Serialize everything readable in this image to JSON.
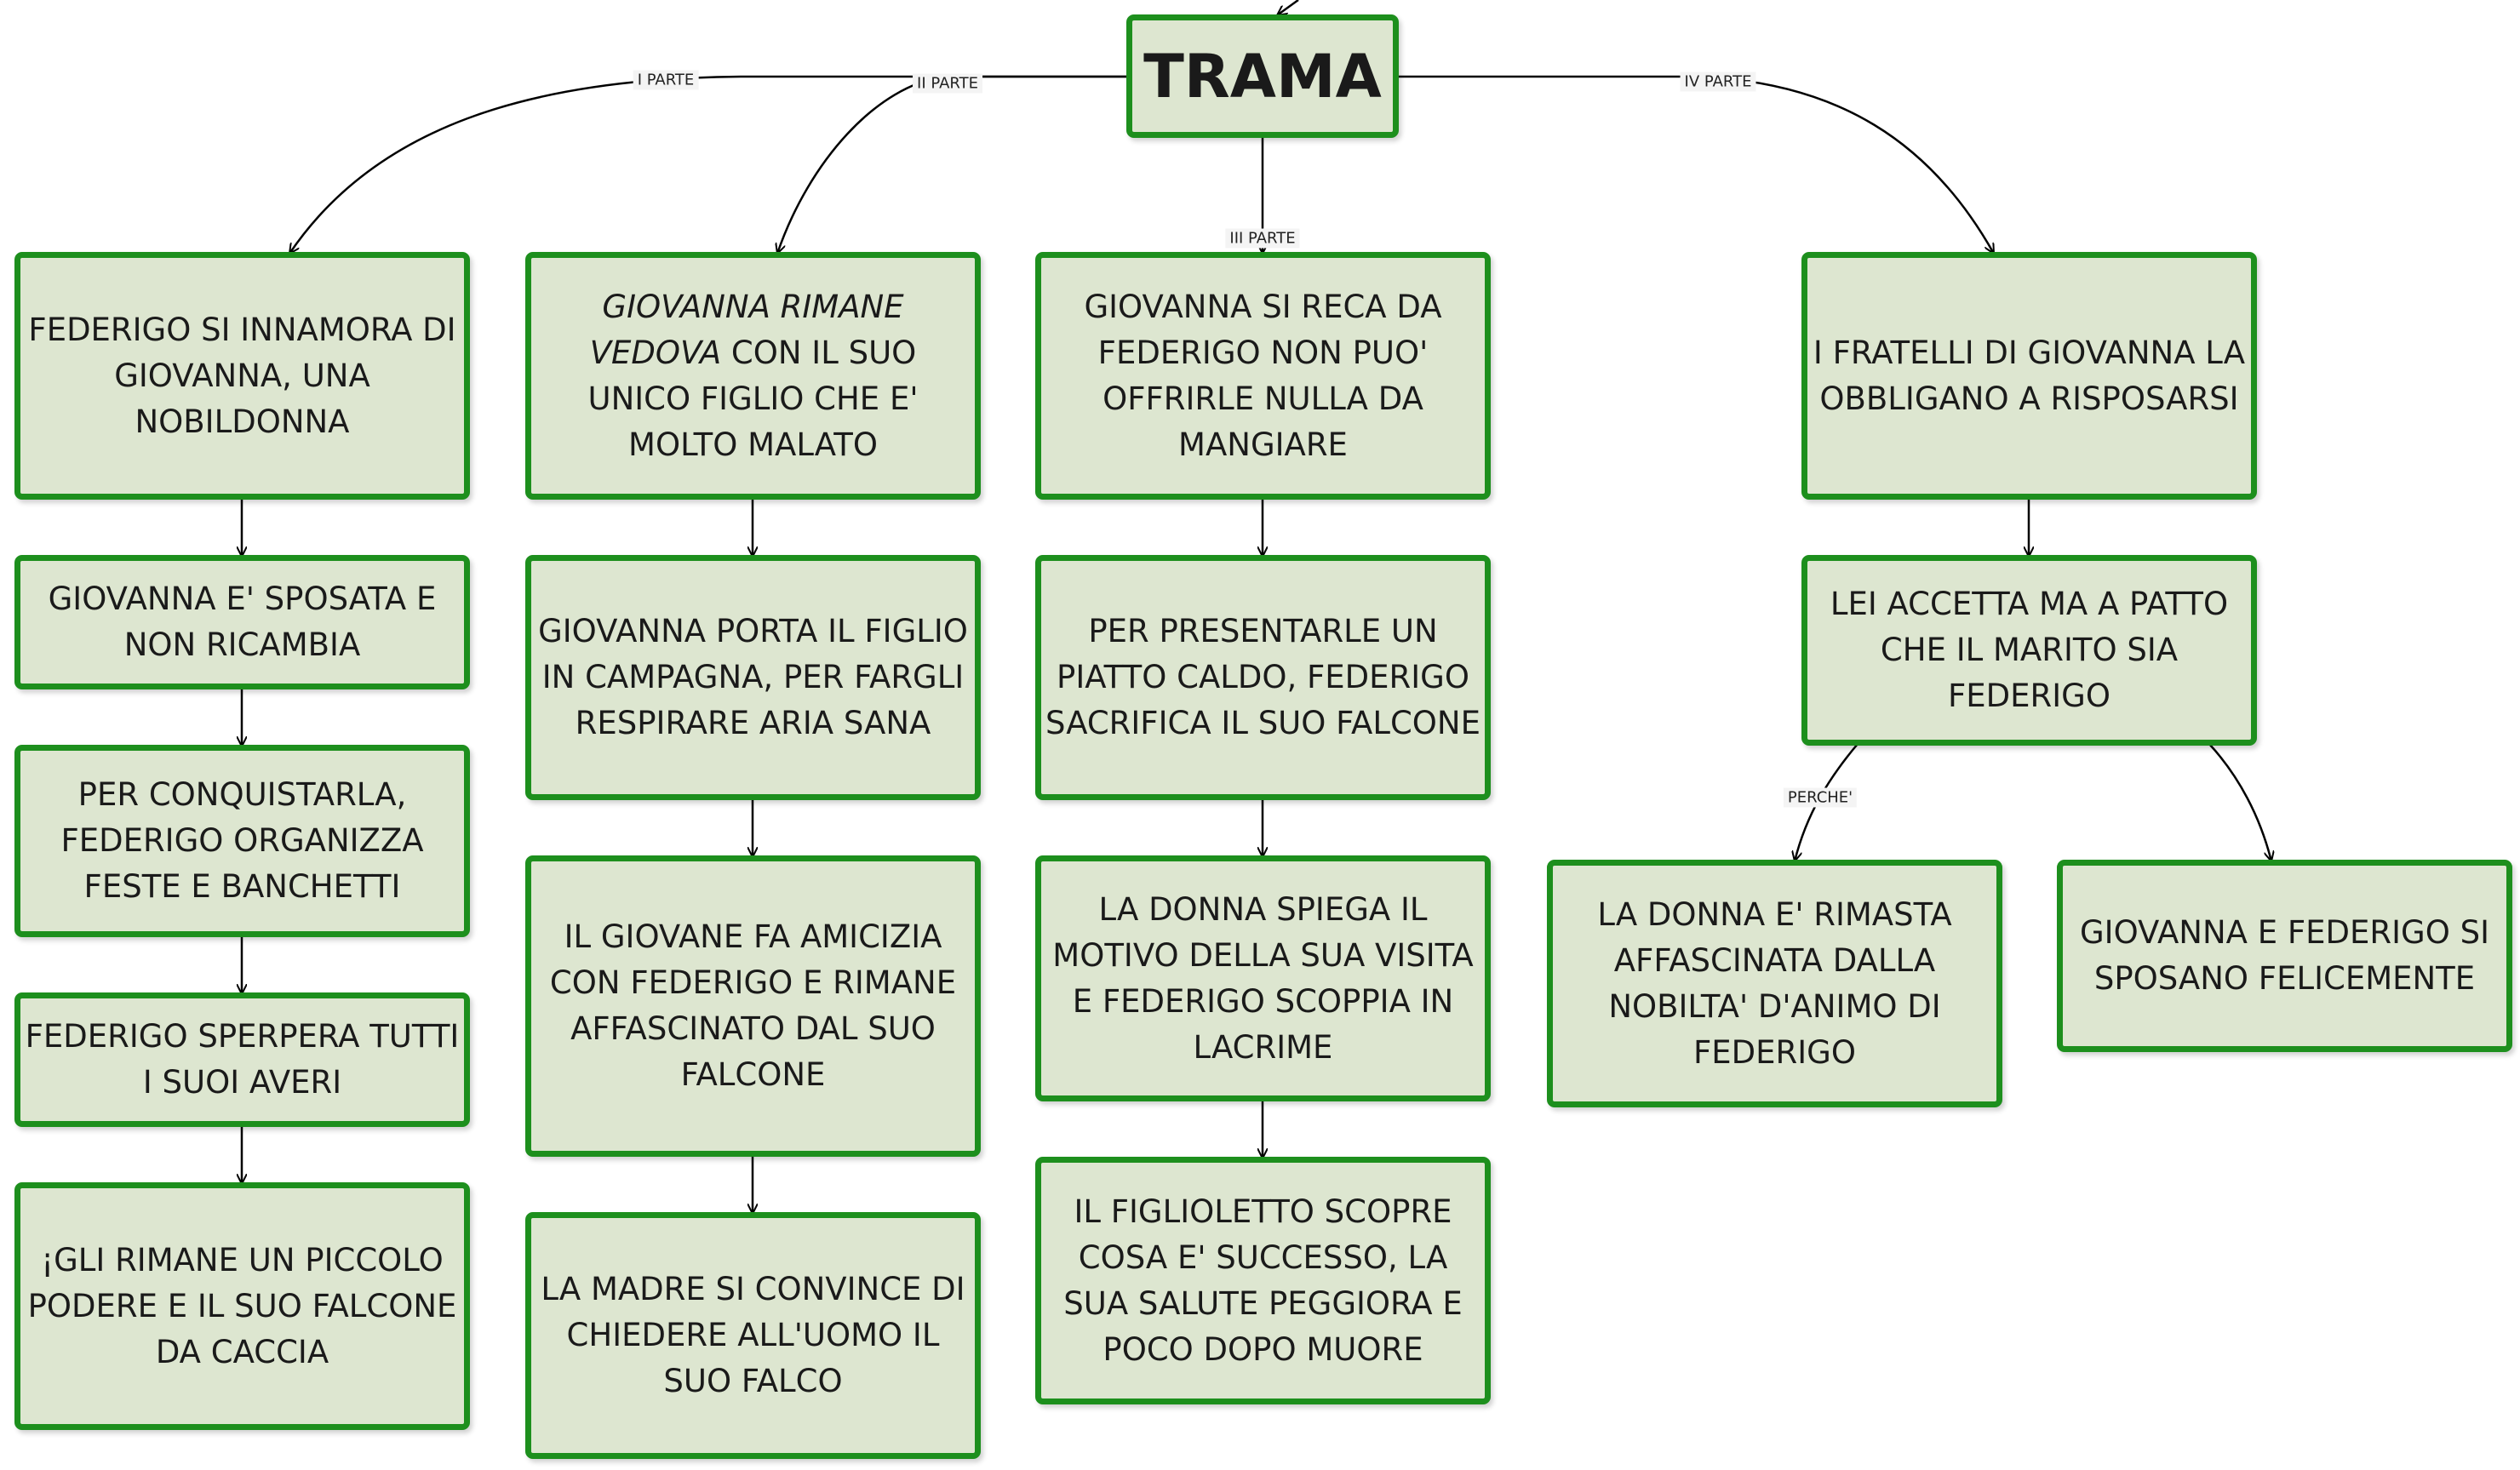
{
  "root": "TRAMA",
  "edge_labels": {
    "parte1": "I PARTE",
    "parte2": "II PARTE",
    "parte3": "III PARTE",
    "parte4": "IV PARTE",
    "perche": "PERCHE'"
  },
  "col1": [
    "FEDERIGO SI INNAMORA DI GIOVANNA, UNA NOBILDONNA",
    "GIOVANNA E' SPOSATA E NON RICAMBIA",
    "PER CONQUISTARLA, FEDERIGO ORGANIZZA FESTE E BANCHETTI",
    "FEDERIGO SPERPERA TUTTI I SUOI AVERI",
    "¡GLI RIMANE UN PICCOLO PODERE E IL SUO FALCONE DA CACCIA"
  ],
  "col2": {
    "first_italic": "GIOVANNA RIMANE VEDOVA",
    "first_rest": "CON IL SUO UNICO FIGLIO CHE E' MOLTO MALATO",
    "items": [
      "GIOVANNA PORTA IL FIGLIO IN CAMPAGNA, PER FARGLI RESPIRARE ARIA SANA",
      "IL GIOVANE FA AMICIZIA CON FEDERIGO E RIMANE AFFASCINATO DAL SUO FALCONE",
      "LA MADRE SI CONVINCE DI CHIEDERE ALL'UOMO IL SUO FALCO"
    ]
  },
  "col3": [
    "GIOVANNA SI RECA DA FEDERIGO NON PUO' OFFRIRLE NULLA DA MANGIARE",
    "PER PRESENTARLE UN PIATTO CALDO, FEDERIGO SACRIFICA IL SUO FALCONE",
    "LA DONNA SPIEGA IL MOTIVO DELLA SUA VISITA E FEDERIGO SCOPPIA IN LACRIME",
    "IL FIGLIOLETTO SCOPRE COSA E' SUCCESSO, LA SUA SALUTE PEGGIORA E POCO DOPO MUORE"
  ],
  "col4": {
    "top": "I FRATELLI DI GIOVANNA LA OBBLIGANO A RISPOSARSI",
    "middle": "LEI ACCETTA MA A PATTO CHE IL MARITO SIA FEDERIGO",
    "left": "LA DONNA E' RIMASTA AFFASCINATA DALLA NOBILTA' D'ANIMO DI FEDERIGO",
    "right": "GIOVANNA E FEDERIGO SI SPOSANO FELICEMENTE"
  },
  "colors": {
    "border": "#1d8f1d",
    "fill": "#dde6d0",
    "line": "#000000"
  }
}
